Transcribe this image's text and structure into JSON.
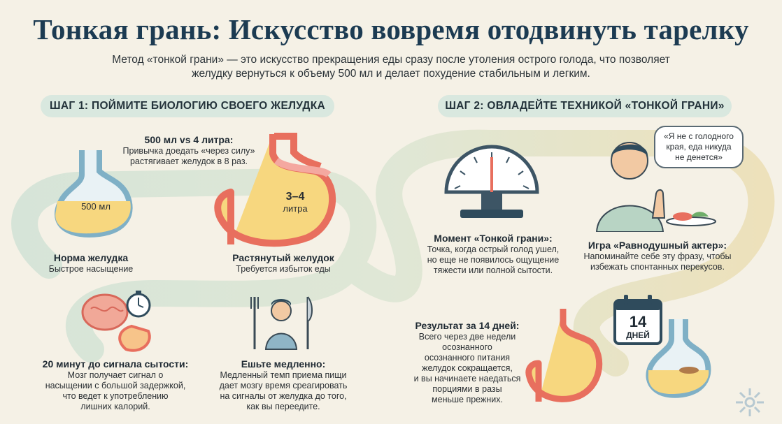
{
  "title": "Тонкая грань: Искусство вовремя отодвинуть тарелку",
  "subtitle_line1": "Метод «тонкой грани» — это искусство прекращения еды сразу после утоления острого голода, что позволяет",
  "subtitle_line2": "желудку вернуться к объему 500 мл и делает похудение стабильным и легким.",
  "step1": "ШАГ 1: ПОЙМИТЕ БИОЛОГИЮ СВОЕГО ЖЕЛУДКА",
  "step2": "ШАГ 2: ОВЛАДЕЙТЕ ТЕХНИКОЙ «ТОНКОЙ ГРАНИ»",
  "stomach_compare": {
    "heading": "500 мл vs 4 литра:",
    "line1": "Привычка доедать «через силу»",
    "line2": "растягивает желудок в 8 раз."
  },
  "normal_stomach": {
    "volume": "500 мл",
    "title": "Норма желудка",
    "caption": "Быстрое насыщение"
  },
  "stretched_stomach": {
    "volume_line1": "3–4",
    "volume_line2": "литра",
    "title": "Растянутый желудок",
    "caption": "Требуется избыток еды"
  },
  "twenty_min": {
    "title": "20 минут до сигнала сытости:",
    "line1": "Мозг получает сигнал о",
    "line2": "насыщении с большой задержкой,",
    "line3": "что ведет к употреблению",
    "line4": "лишних калорий."
  },
  "eat_slowly": {
    "title": "Ешьте медленно:",
    "line1": "Медленный темп приема пищи",
    "line2": "дает мозгу время среагировать",
    "line3": "на сигналы от желудка до того,",
    "line4": "как вы переедите."
  },
  "moment": {
    "title": "Момент «Тонкой грани»:",
    "line1": "Точка, когда острый голод ушел,",
    "line2": "но еще не появилось ощущение",
    "line3": "тяжести или полной сытости."
  },
  "actor": {
    "title": "Игра «Равнодушный актер»:",
    "line1": "Напоминайте себе эту фразу, чтобы",
    "line2": "избежать спонтанных перекусов."
  },
  "speech": {
    "line1": "«Я не с голодного",
    "line2": "края, еда никуда",
    "line3": "не денется»"
  },
  "result": {
    "title": "Результат за 14 дней:",
    "line1": "Всего через две недели",
    "line2": "осознанного",
    "line3": "осознанного питания",
    "line4": "желудок сокращается,",
    "line5": "и вы начинаете наедаться",
    "line6": "порциями в разы",
    "line7": "меньше прежних."
  },
  "calendar": {
    "number": "14",
    "unit": "ДНЕЙ"
  },
  "colors": {
    "title": "#1c3b52",
    "step_bg": "#d9e8df",
    "stomach_outline": "#e86f5e",
    "stomach_fill": "#f7d77f",
    "path": "#c9ddd2"
  }
}
